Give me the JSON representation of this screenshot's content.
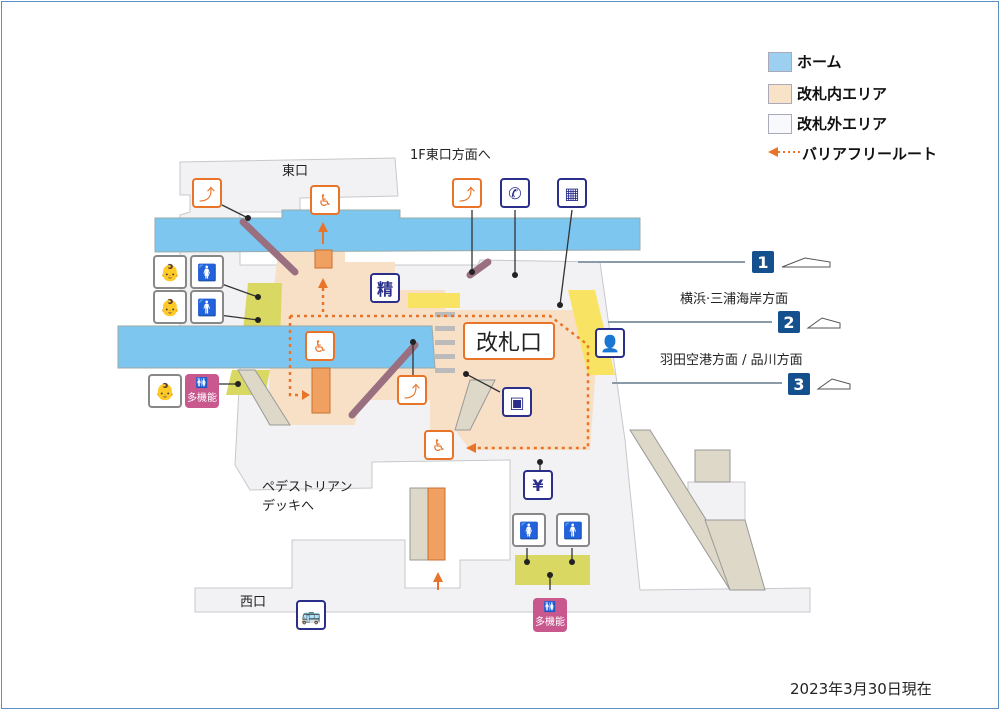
{
  "legend": [
    {
      "label": "ホーム",
      "color": "#9dd0f0"
    },
    {
      "label": "改札内エリア",
      "color": "#f8e2c8"
    },
    {
      "label": "改札外エリア",
      "color": "#f8f9fc"
    },
    {
      "label": "バリアフリールート",
      "color": "#e8742a"
    }
  ],
  "labels": {
    "east_exit": "東口",
    "east_1f": "1F東口方面へ",
    "ticket_gate": "改札口",
    "dir_platform2": "横浜·三浦海岸方面",
    "dir_platform3": "羽田空港方面 / 品川方面",
    "deck_line1": "ペデストリアン",
    "deck_line2": "デッキへ",
    "west_exit": "西口",
    "date": "2023年3月30日現在"
  },
  "platforms": [
    {
      "number": "1"
    },
    {
      "number": "2"
    },
    {
      "number": "3"
    }
  ],
  "icons": {
    "fare_adjust": "精",
    "multi_toilet": "多機能",
    "atm": "¥"
  },
  "colors": {
    "platform": "#7dc6f0",
    "inside": "#f8e0c6",
    "outside": "#f2f2f4",
    "toilet": "#d8d862",
    "yellow": "#f8e462",
    "elevator": "#f0a060",
    "route": "#e8742a",
    "badge": "#15508e",
    "navy": "#2b2f8a"
  }
}
